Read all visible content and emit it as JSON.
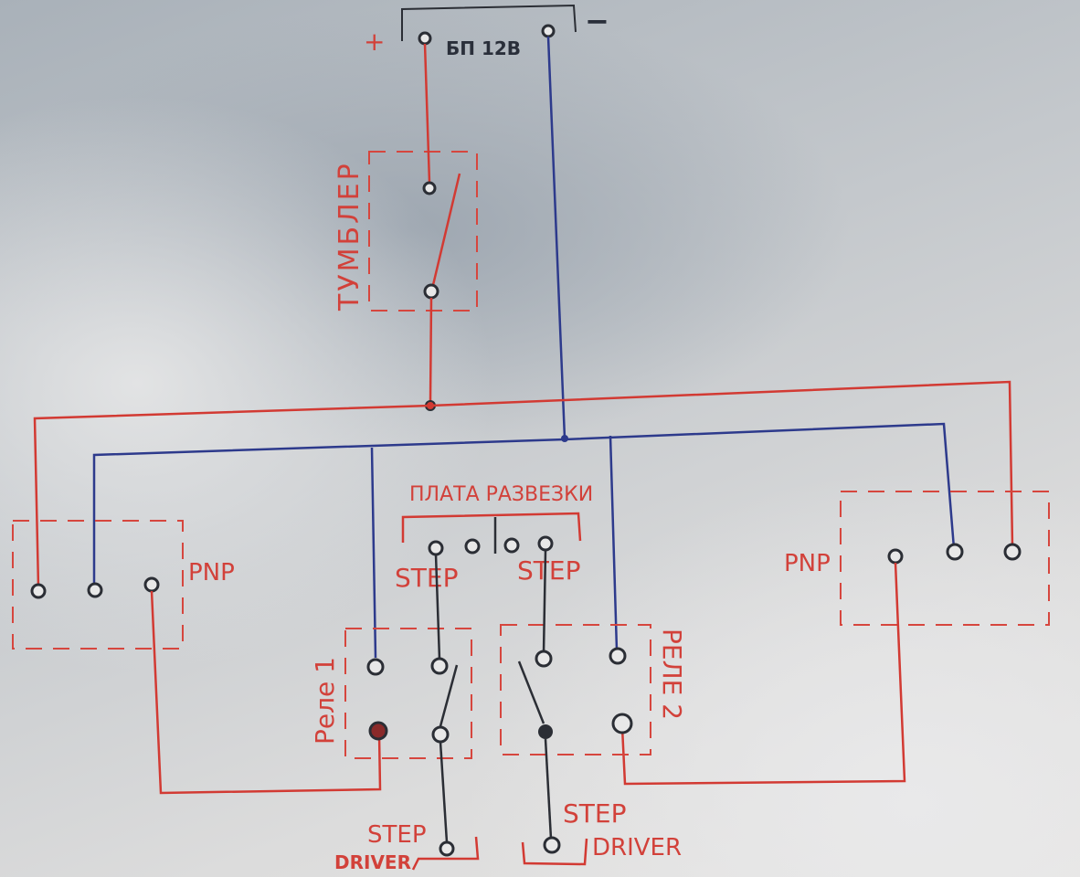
{
  "labels": {
    "power_supply": "БП 12В",
    "plus": "+",
    "minus": "−",
    "toggle": "ТУМБЛЕР",
    "board": "ПЛАТА РАЗВЕЗКИ",
    "step_left": "STEP",
    "step_right": "STEP",
    "pnp_left": "PNP",
    "pnp_right": "PNP",
    "relay1": "Реле 1",
    "relay2": "РЕЛЕ 2",
    "step_driver_left_top": "STEP",
    "step_driver_left_bottom": "DRIVER",
    "step_driver_right_top": "STEP",
    "step_driver_right_bottom": "DRIVER"
  },
  "colors": {
    "positive_wire": "#d23a33",
    "negative_wire": "#2d3a8c",
    "signal_wire": "#2b2e35",
    "label": "#d2413a"
  }
}
